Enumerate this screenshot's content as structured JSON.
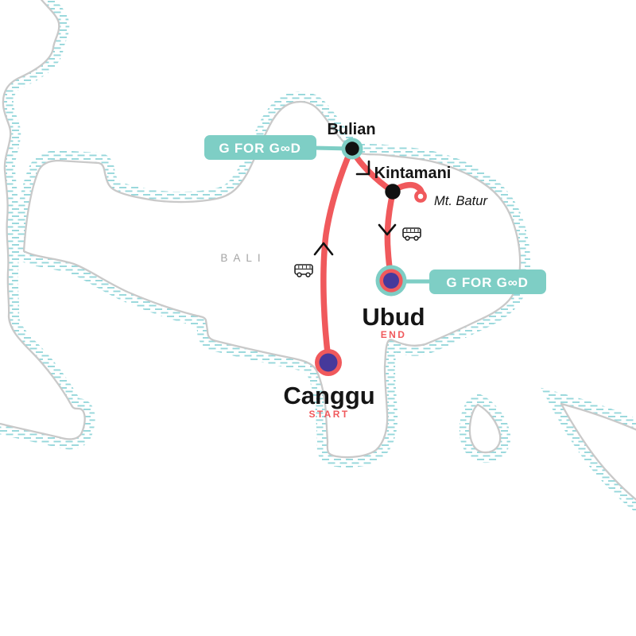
{
  "map": {
    "region_label": "BALI",
    "badges": [
      {
        "label": "G FOR G∞D",
        "attached_to": "Bulian"
      },
      {
        "label": "G FOR G∞D",
        "attached_to": "Ubud"
      }
    ],
    "stops": [
      {
        "name": "Bulian"
      },
      {
        "name": "Kintamani"
      },
      {
        "name": "Mt. Batur"
      },
      {
        "name": "Ubud",
        "tag": "END"
      },
      {
        "name": "Canggu",
        "tag": "START"
      }
    ],
    "icons": [
      {
        "name": "bus-icon",
        "meaning": "ground transport between stops"
      },
      {
        "name": "bus-icon",
        "meaning": "ground transport between stops"
      },
      {
        "name": "infinity-icon",
        "meaning": "G for Good infinity mark inside badge"
      }
    ],
    "colors": {
      "route": "#F0595C",
      "teal": "#7ECEC5",
      "indigo": "#46399B",
      "hatch": "#96D7DB",
      "coastline": "#C9C9C9",
      "label_dark": "#151515",
      "label_muted": "#A5A5A5"
    }
  }
}
